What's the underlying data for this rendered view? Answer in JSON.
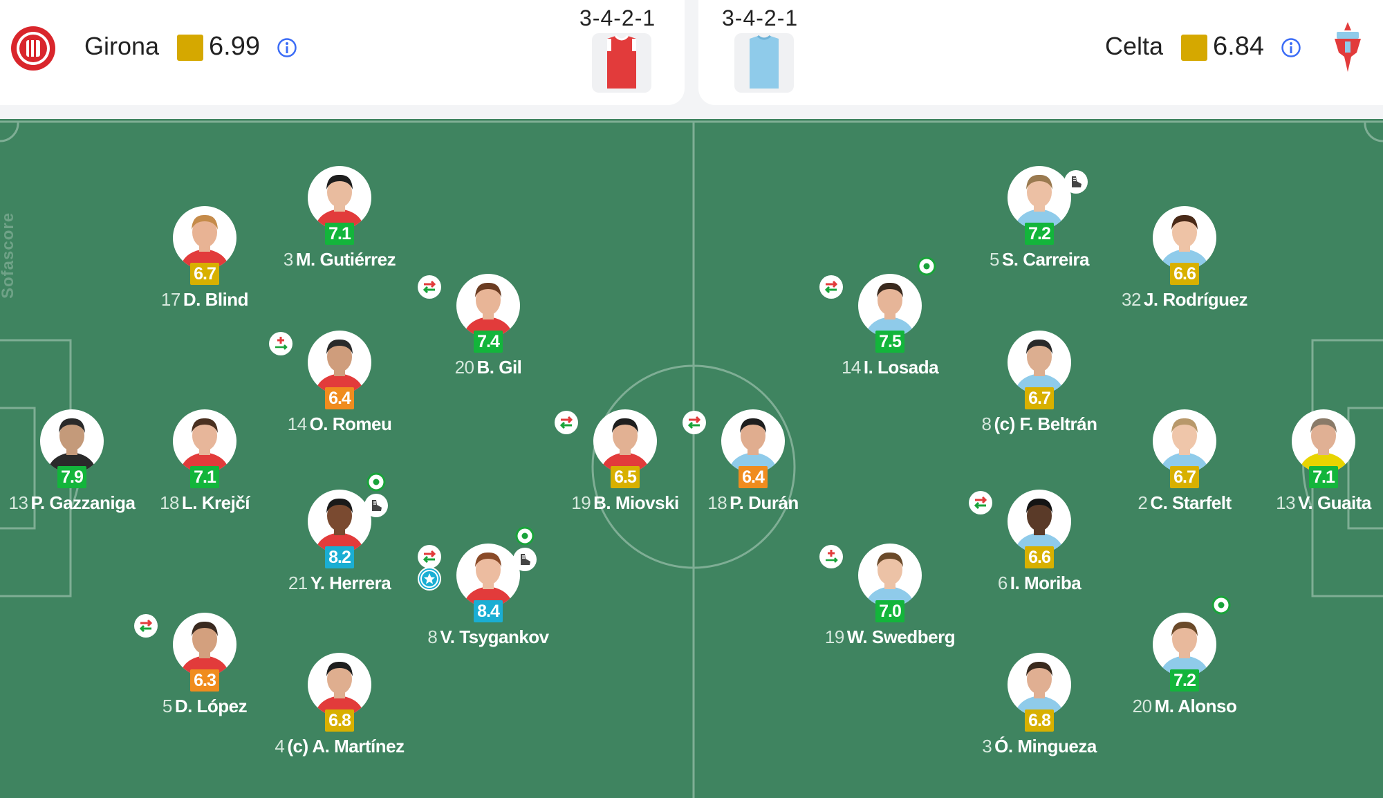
{
  "home": {
    "name": "Girona",
    "rating": "6.99",
    "formation": "3-4-2-1",
    "kit_color": "#e23b3b",
    "rating_color": "#d5a800"
  },
  "away": {
    "name": "Celta",
    "rating": "6.84",
    "formation": "3-4-2-1",
    "kit_color": "#8fcbea",
    "rating_color": "#d5a800"
  },
  "watermark": "Sofascore",
  "rating_colors": {
    "excellent": "#1aaed3",
    "good": "#13b53b",
    "avg": "#d8b000",
    "low": "#f08c1e"
  },
  "players": [
    {
      "id": "gazzaniga",
      "number": "13",
      "name": "P. Gazzaniga",
      "rating": "7.9",
      "tier": "good",
      "skin": "#c49a7a",
      "hair": "#2a2a2a",
      "shirt": "#2a2a2a",
      "events": []
    },
    {
      "id": "blind",
      "number": "17",
      "name": "D. Blind",
      "rating": "6.7",
      "tier": "avg",
      "skin": "#e8b394",
      "hair": "#c58b4a",
      "shirt": "#e23b3b",
      "events": []
    },
    {
      "id": "krejci",
      "number": "18",
      "name": "L. Krejčí",
      "rating": "7.1",
      "tier": "good",
      "skin": "#e7b69a",
      "hair": "#4a3020",
      "shirt": "#e23b3b",
      "events": []
    },
    {
      "id": "lopez",
      "number": "5",
      "name": "D. López",
      "rating": "6.3",
      "tier": "low",
      "skin": "#d3a07e",
      "hair": "#3a2a20",
      "shirt": "#e23b3b",
      "events": [
        "sub"
      ]
    },
    {
      "id": "gutierrez",
      "number": "3",
      "name": "M. Gutiérrez",
      "rating": "7.1",
      "tier": "good",
      "skin": "#e9bc9f",
      "hair": "#1e1e1e",
      "shirt": "#e23b3b",
      "events": []
    },
    {
      "id": "romeu",
      "number": "14",
      "name": "O. Romeu",
      "rating": "6.4",
      "tier": "low",
      "skin": "#cf9d7c",
      "hair": "#2a2a2a",
      "shirt": "#e23b3b",
      "events": [
        "medical"
      ]
    },
    {
      "id": "herrera",
      "number": "21",
      "name": "Y. Herrera",
      "rating": "8.2",
      "tier": "excellent",
      "skin": "#7a4a30",
      "hair": "#1a1a1a",
      "shirt": "#e23b3b",
      "events": [
        "goal",
        "boot"
      ]
    },
    {
      "id": "martinez",
      "number": "4",
      "name": "(c) A. Martínez",
      "rating": "6.8",
      "tier": "avg",
      "skin": "#dfae8f",
      "hair": "#1e1e1e",
      "shirt": "#e23b3b",
      "events": []
    },
    {
      "id": "gil",
      "number": "20",
      "name": "B. Gil",
      "rating": "7.4",
      "tier": "good",
      "skin": "#e8b597",
      "hair": "#6b3c22",
      "shirt": "#e23b3b",
      "events": [
        "sub"
      ]
    },
    {
      "id": "tsygankov",
      "number": "8",
      "name": "V. Tsygankov",
      "rating": "8.4",
      "tier": "excellent",
      "skin": "#ecbca0",
      "hair": "#8a4a28",
      "shirt": "#e23b3b",
      "events": [
        "goal",
        "boot",
        "sub",
        "star"
      ]
    },
    {
      "id": "miovski",
      "number": "19",
      "name": "B. Miovski",
      "rating": "6.5",
      "tier": "avg",
      "skin": "#e2b193",
      "hair": "#1e1e1e",
      "shirt": "#e23b3b",
      "events": [
        "sub"
      ]
    },
    {
      "id": "duran",
      "number": "18",
      "name": "P. Durán",
      "rating": "6.4",
      "tier": "low",
      "skin": "#e0ad8f",
      "hair": "#1e1e1e",
      "shirt": "#8fcbea",
      "events": [
        "sub"
      ]
    },
    {
      "id": "losada",
      "number": "14",
      "name": "I. Losada",
      "rating": "7.5",
      "tier": "good",
      "skin": "#e6b598",
      "hair": "#3a2a1e",
      "shirt": "#8fcbea",
      "events": [
        "goal",
        "sub"
      ]
    },
    {
      "id": "swedberg",
      "number": "19",
      "name": "W. Swedberg",
      "rating": "7.0",
      "tier": "good",
      "skin": "#ecc2a6",
      "hair": "#6b4a2a",
      "shirt": "#8fcbea",
      "events": [
        "medical"
      ]
    },
    {
      "id": "carreira",
      "number": "5",
      "name": "S. Carreira",
      "rating": "7.2",
      "tier": "good",
      "skin": "#ecc0a4",
      "hair": "#9a7a50",
      "shirt": "#8fcbea",
      "events": [
        "boot"
      ]
    },
    {
      "id": "beltran",
      "number": "8",
      "name": "(c) F. Beltrán",
      "rating": "6.7",
      "tier": "avg",
      "skin": "#dcae90",
      "hair": "#2a2a2a",
      "shirt": "#8fcbea",
      "events": []
    },
    {
      "id": "moriba",
      "number": "6",
      "name": "I. Moriba",
      "rating": "6.6",
      "tier": "avg",
      "skin": "#5a3a28",
      "hair": "#141414",
      "shirt": "#8fcbea",
      "events": [
        "sub"
      ]
    },
    {
      "id": "mingueza",
      "number": "3",
      "name": "Ó. Mingueza",
      "rating": "6.8",
      "tier": "avg",
      "skin": "#e0af92",
      "hair": "#3a2a1e",
      "shirt": "#8fcbea",
      "events": []
    },
    {
      "id": "rodriguez",
      "number": "32",
      "name": "J. Rodríguez",
      "rating": "6.6",
      "tier": "avg",
      "skin": "#eec3a6",
      "hair": "#4a2a18",
      "shirt": "#8fcbea",
      "events": []
    },
    {
      "id": "starfelt",
      "number": "2",
      "name": "C. Starfelt",
      "rating": "6.7",
      "tier": "avg",
      "skin": "#efc6aa",
      "hair": "#b8986a",
      "shirt": "#8fcbea",
      "events": []
    },
    {
      "id": "alonso",
      "number": "20",
      "name": "M. Alonso",
      "rating": "7.2",
      "tier": "good",
      "skin": "#e8b99c",
      "hair": "#6b4a2a",
      "shirt": "#8fcbea",
      "events": [
        "goal"
      ]
    },
    {
      "id": "guaita",
      "number": "13",
      "name": "V. Guaita",
      "rating": "7.1",
      "tier": "good",
      "skin": "#e0b094",
      "hair": "#8a7a68",
      "shirt": "#e8d400",
      "events": []
    }
  ]
}
